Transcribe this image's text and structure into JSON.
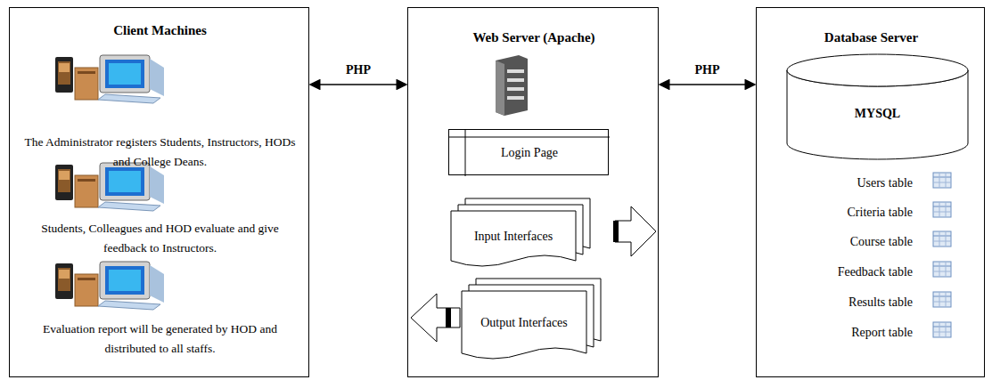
{
  "diagram": {
    "nodes": [
      {
        "text": [
          "Client Machines",
          "The Administrator registers Students, Instructors, HODs and College Deans.",
          "Students, Colleagues and HOD evaluate and give feedback to Instructors.",
          "Evaluation report will be generated by HOD and distributed to all staffs."
        ]
      },
      {
        "text": [
          "Web Server (Apache)"
        ]
      },
      {
        "text": [
          "Login Page"
        ],
        "in": 1
      },
      {
        "text": [
          "Input Interfaces"
        ],
        "in": 1
      },
      {
        "text": [
          "Output Interfaces"
        ],
        "in": 1
      },
      {
        "text": [
          "Database Server",
          "Users table",
          "Criteria table",
          "Course table",
          "Feedback table",
          "Results table",
          "Report table"
        ]
      },
      {
        "text": [
          "MYSQL"
        ],
        "in": 5
      }
    ],
    "edges": [
      {
        "from": 0,
        "to": 1,
        "label": "PHP",
        "arrow": "both"
      },
      {
        "from": 1,
        "to": 5,
        "label": "PHP",
        "arrow": "both"
      }
    ]
  }
}
